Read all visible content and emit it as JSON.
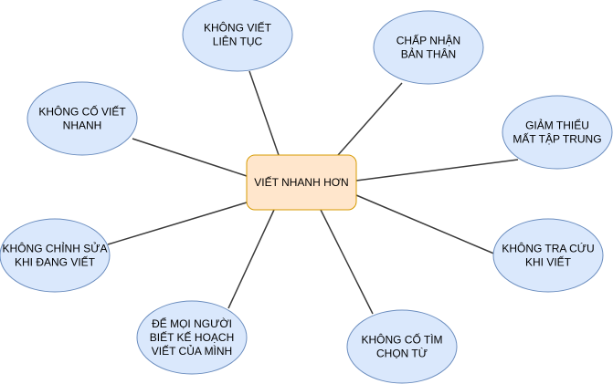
{
  "diagram": {
    "center": {
      "lines": [
        "VIẾT NHANH HƠN"
      ],
      "fill": "#ffe6cc",
      "stroke": "#d79b00"
    },
    "nodes": [
      {
        "id": "khong-viet-lien-tuc",
        "lines": [
          "KHÔNG VIẾT",
          "LIÊN TỤC"
        ]
      },
      {
        "id": "chap-nhan-ban-than",
        "lines": [
          "CHẤP NHẬN",
          "BẢN THÂN"
        ]
      },
      {
        "id": "khong-co-viet-nhanh",
        "lines": [
          "KHÔNG CỐ VIẾT",
          "NHANH"
        ]
      },
      {
        "id": "giam-thieu-mat-tap-trung",
        "lines": [
          "GIẢM THIỂU",
          "MẤT TẬP TRUNG"
        ]
      },
      {
        "id": "khong-chinh-sua-khi-dang-viet",
        "lines": [
          "KHÔNG CHỈNH SỬA",
          "KHI ĐANG VIẾT"
        ]
      },
      {
        "id": "khong-tra-cuu-khi-viet",
        "lines": [
          "KHÔNG TRA CỨU",
          "KHI VIẾT"
        ]
      },
      {
        "id": "de-moi-nguoi-biet-ke-hoach",
        "lines": [
          "ĐỂ MỌI NGƯỜI",
          "BIẾT KẾ HOẠCH",
          "VIẾT CỦA MÌNH"
        ]
      },
      {
        "id": "khong-co-tim-chon-tu",
        "lines": [
          "KHÔNG CỐ TÌM",
          "CHỌN TỪ"
        ]
      }
    ],
    "colors": {
      "node_fill": "#dae8fc",
      "node_stroke": "#6c8ebf",
      "edge": "#3a3a3a"
    }
  }
}
